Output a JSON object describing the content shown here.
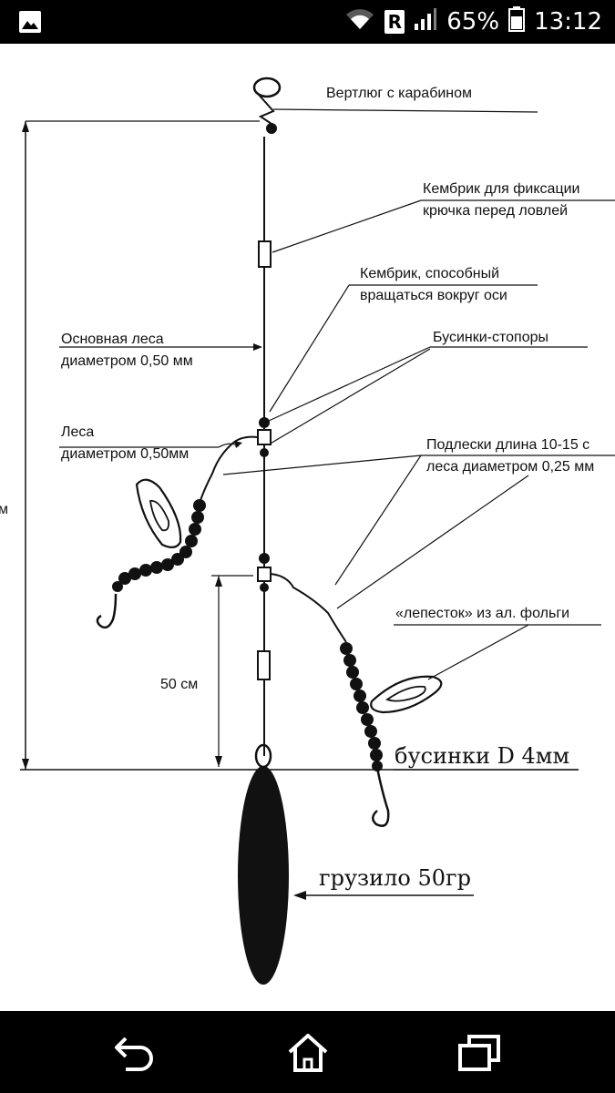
{
  "status_bar": {
    "r_badge": "R",
    "battery": "65%",
    "time": "13:12"
  },
  "labels": {
    "swivel": "Вертлюг с карабином",
    "kembrik_fix_1": "Кембрик для фиксации",
    "kembrik_fix_2": "крючка перед ловлей",
    "kembrik_rot_1": "Кембрик, способный",
    "kembrik_rot_2": "вращаться вокруг оси",
    "main_line_1": "Основная леса",
    "main_line_2": "диаметром 0,50 мм",
    "beads_stops": "Бусинки-стопоры",
    "line_1": "Леса",
    "line_2": "диаметром 0,50мм",
    "leaders_1": "Подлески длина 10-15 с",
    "leaders_2": "леса диаметром 0,25 мм",
    "side_edge": "м",
    "dist_50": "50 см",
    "petal": "«лепесток» из ал. фольги",
    "beads_d": "бусинки D 4мм",
    "sinker": "грузило 50гр"
  }
}
